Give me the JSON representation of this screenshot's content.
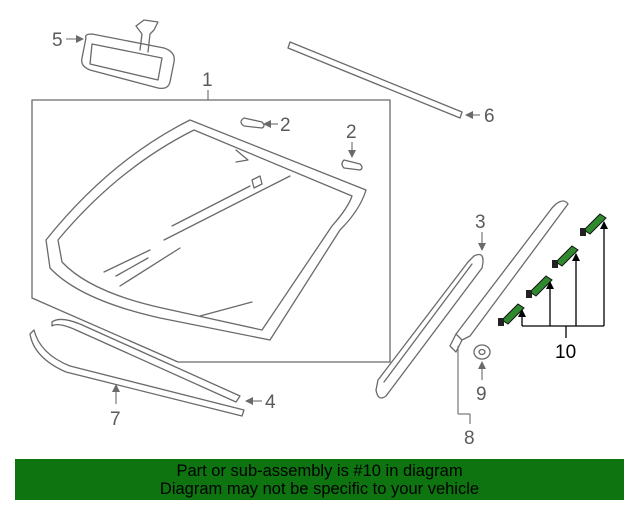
{
  "callouts": {
    "c1": "1",
    "c2a": "2",
    "c2b": "2",
    "c3": "3",
    "c4": "4",
    "c5": "5",
    "c6": "6",
    "c7": "7",
    "c8": "8",
    "c9": "9",
    "c10": "10"
  },
  "footer": {
    "line1": "Part or sub-assembly is #10 in diagram",
    "line2": "Diagram may not be specific to your vehicle",
    "background": "#0e7410"
  },
  "colors": {
    "highlight_part": "#2f8a2f"
  }
}
